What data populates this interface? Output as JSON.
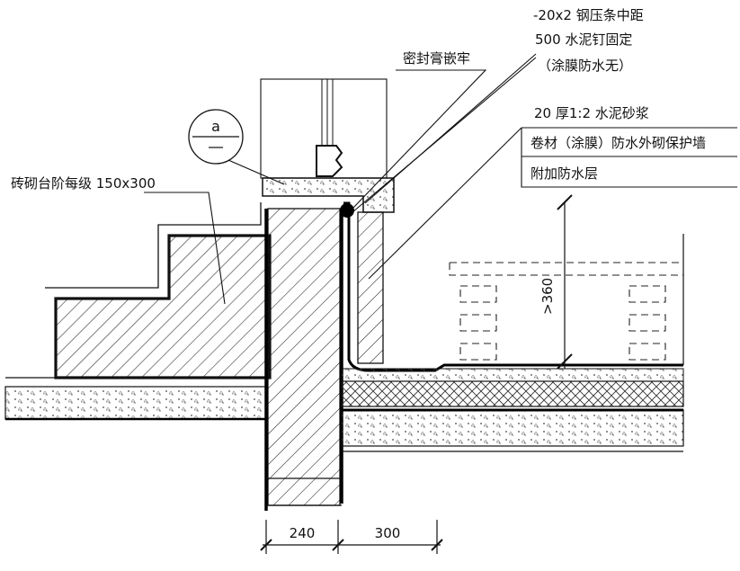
{
  "annotations": {
    "steel_strip": "-20x2 钢压条中距",
    "nail_fix": "500 水泥钉固定",
    "membrane_none": "（涂膜防水无）",
    "sealant": "密封膏嵌牢",
    "mortar": "20 厚1:2 水泥砂浆",
    "protect_wall": "卷材（涂膜）防水外砌保护墙",
    "extra_layer": "附加防水层",
    "steps": "砖砌台阶每级 150x300",
    "detail_id": "a",
    "height_dim": ">360"
  },
  "dimensions": {
    "wall": "240",
    "offset": "300"
  },
  "colors": {
    "line": "#111111",
    "membrane": "#000000",
    "hatch": "#222222",
    "background": "#ffffff"
  }
}
